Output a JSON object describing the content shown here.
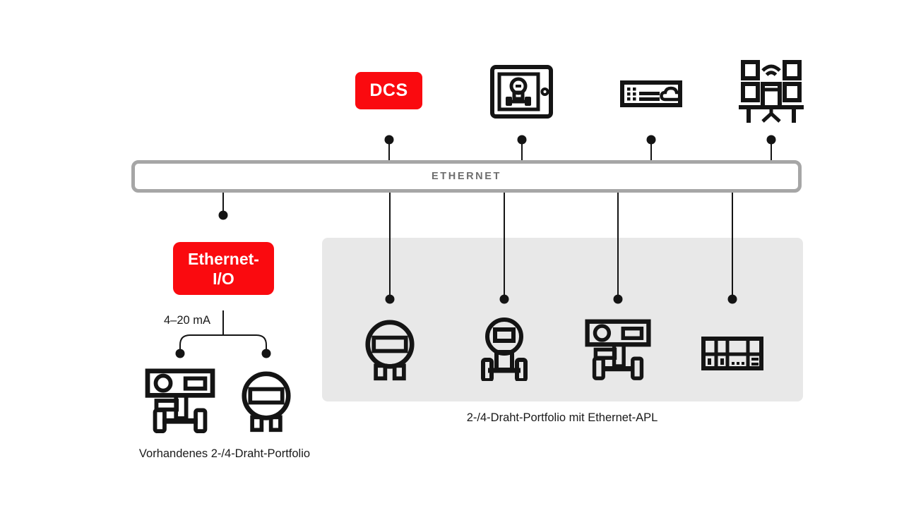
{
  "colors": {
    "accent_red": "#fa0a0f",
    "panel_gray": "#e8e8e8",
    "bus_border": "#a6a6a6",
    "bus_text": "#6e6e6e",
    "line_black": "#141414",
    "background": "#ffffff"
  },
  "bus": {
    "label": "ETHERNET"
  },
  "nodes": {
    "dcs": {
      "label": "DCS"
    },
    "ethernet_io": {
      "line1": "Ethernet-",
      "line2": "I/O"
    }
  },
  "labels": {
    "current_loop": "4–20 mA",
    "legacy_portfolio": "Vorhandenes 2-/4-Draht-Portfolio",
    "apl_portfolio": "2-/4-Draht-Portfolio mit Ethernet-APL"
  },
  "icons": {
    "mobile_panel": "mobile-panel-with-transmitter-screen",
    "edge_gateway": "edge-gateway-with-cloud",
    "control_room": "control-room-workstation",
    "round_transmitter": "round-pressure-transmitter",
    "temperature_transmitter": "temperature-transmitter-on-pipe",
    "flow_transmitter": "flow-transmitter-on-pipe",
    "remote_io": "remote-io-module"
  }
}
